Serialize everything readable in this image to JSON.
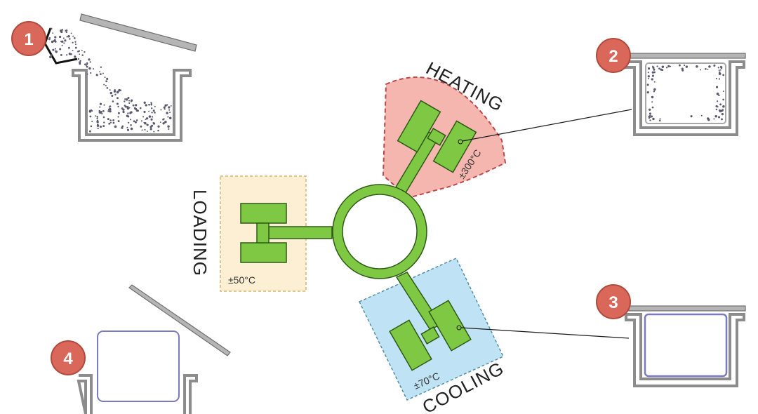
{
  "colors": {
    "arm_fill": "#7ec843",
    "arm_stroke": "#2d5a17",
    "heating_zone": "#f6b6b0",
    "heating_border": "#b8494a",
    "loading_zone": "#fcefd4",
    "loading_border": "#d9b56a",
    "cooling_zone": "#bfe3f4",
    "cooling_border": "#4f8fa8",
    "step_badge": "#d9675a",
    "powder": "#5a5a6e"
  },
  "zones": {
    "heating": {
      "label": "HEATING",
      "temp": "±300°C"
    },
    "loading": {
      "label": "LOADING",
      "temp": "±50°C"
    },
    "cooling": {
      "label": "COOLING",
      "temp": "±70°C"
    }
  },
  "steps": [
    {
      "number": "1"
    },
    {
      "number": "2"
    },
    {
      "number": "3"
    },
    {
      "number": "4"
    }
  ]
}
